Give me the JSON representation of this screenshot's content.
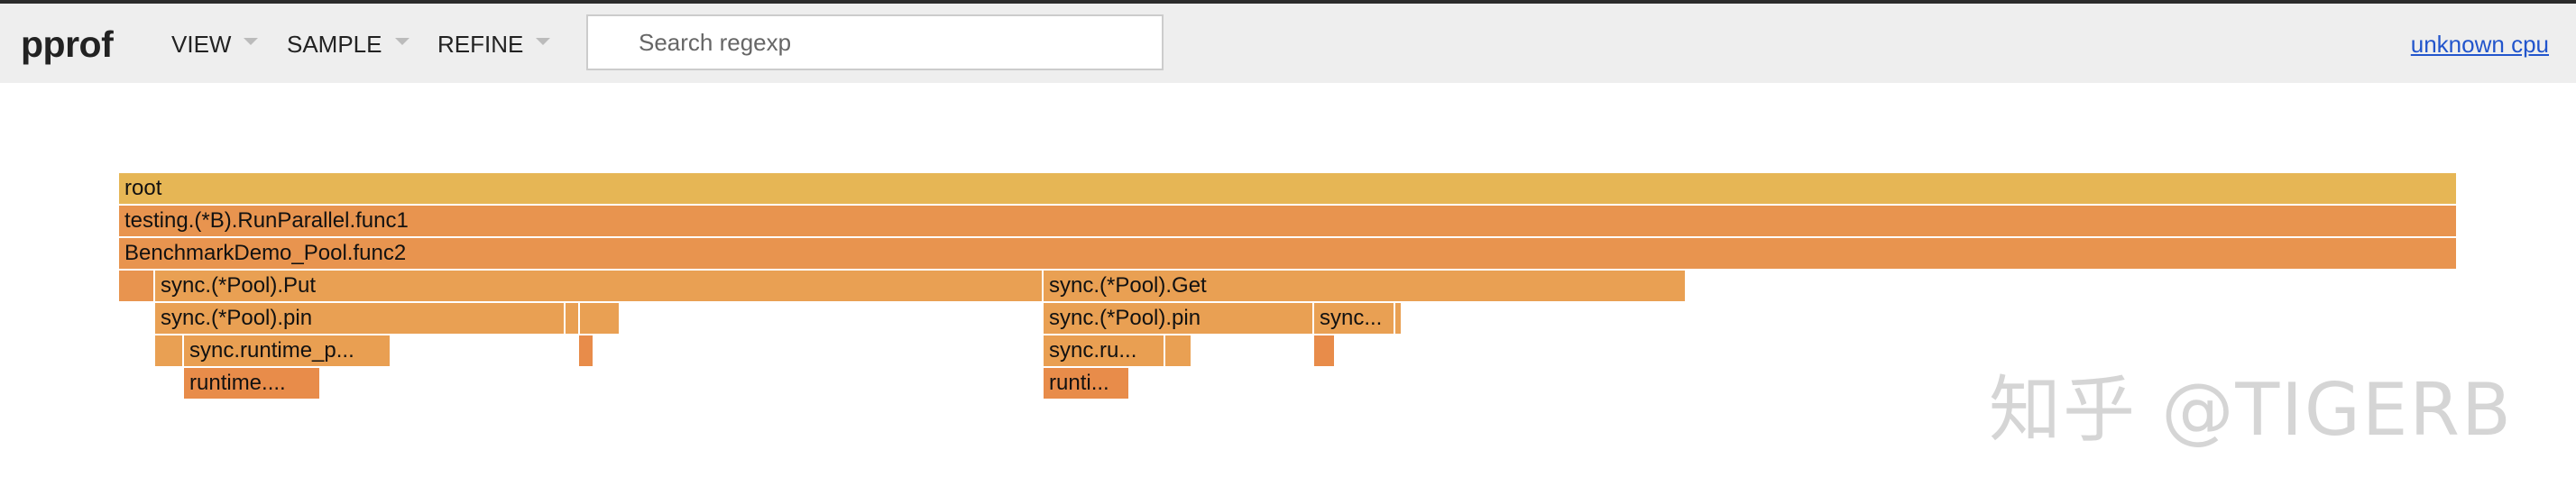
{
  "header": {
    "logo": "pprof",
    "menus": [
      {
        "label": "VIEW"
      },
      {
        "label": "SAMPLE"
      },
      {
        "label": "REFINE"
      }
    ],
    "search_placeholder": "Search regexp",
    "cpu_link": "unknown cpu"
  },
  "flame_graph": {
    "frames": [
      {
        "label": "root",
        "color": "#e6b655"
      },
      {
        "label": "testing.(*B).RunParallel.func1",
        "color": "#e8944f"
      },
      {
        "label": "BenchmarkDemo_Pool.func2",
        "color": "#e8944f"
      },
      {
        "label": "",
        "color": "#e8944f"
      },
      {
        "label": "sync.(*Pool).Put",
        "color": "#e9a053"
      },
      {
        "label": "sync.(*Pool).Get",
        "color": "#e9a053"
      },
      {
        "label": "sync.(*Pool).pin",
        "color": "#e9a053"
      },
      {
        "label": "",
        "color": "#e9a053"
      },
      {
        "label": "",
        "color": "#e9a053"
      },
      {
        "label": "sync.(*Pool).pin",
        "color": "#e9a053"
      },
      {
        "label": "sync...",
        "color": "#e9a053"
      },
      {
        "label": "",
        "color": "#e9a053"
      },
      {
        "label": "",
        "color": "#e9a053"
      },
      {
        "label": "sync.runtime_p...",
        "color": "#e99f52"
      },
      {
        "label": "",
        "color": "#e88c4a"
      },
      {
        "label": "sync.ru...",
        "color": "#e99f52"
      },
      {
        "label": "",
        "color": "#e9a053"
      },
      {
        "label": "",
        "color": "#e88c4a"
      },
      {
        "label": "runtime....",
        "color": "#e88c4a"
      },
      {
        "label": "runti...",
        "color": "#e88c4a"
      }
    ]
  },
  "watermark": "知乎 @TIGERB"
}
